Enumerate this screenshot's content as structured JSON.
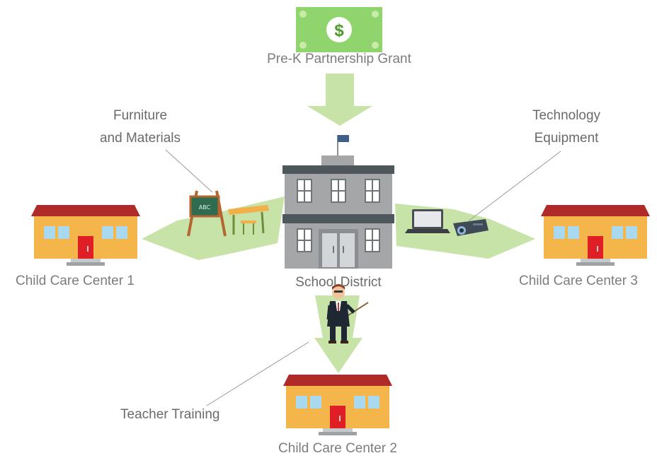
{
  "diagram": {
    "grant": {
      "label": "Pre-K Partnership Grant",
      "symbol": "$"
    },
    "school": {
      "label": "School District"
    },
    "centers": [
      {
        "label": "Child Care Center 1"
      },
      {
        "label": "Child Care Center 2"
      },
      {
        "label": "Child Care Center 3"
      }
    ],
    "resources": {
      "furniture": {
        "line1": "Furniture",
        "line2": "and Materials",
        "board_text": "ABC"
      },
      "technology": {
        "line1": "Technology",
        "line2": "Equipment"
      },
      "training": {
        "label": "Teacher Training"
      }
    },
    "colors": {
      "arrow": "#c7e3a8",
      "money": "#8fd46c",
      "roof": "#b02a2a",
      "wall": "#f4b54a",
      "window": "#a9d9ee",
      "door": "#e01e25",
      "school_wall": "#a4a6a8",
      "school_trim": "#4e575c",
      "label": "#7d7d7d"
    }
  }
}
